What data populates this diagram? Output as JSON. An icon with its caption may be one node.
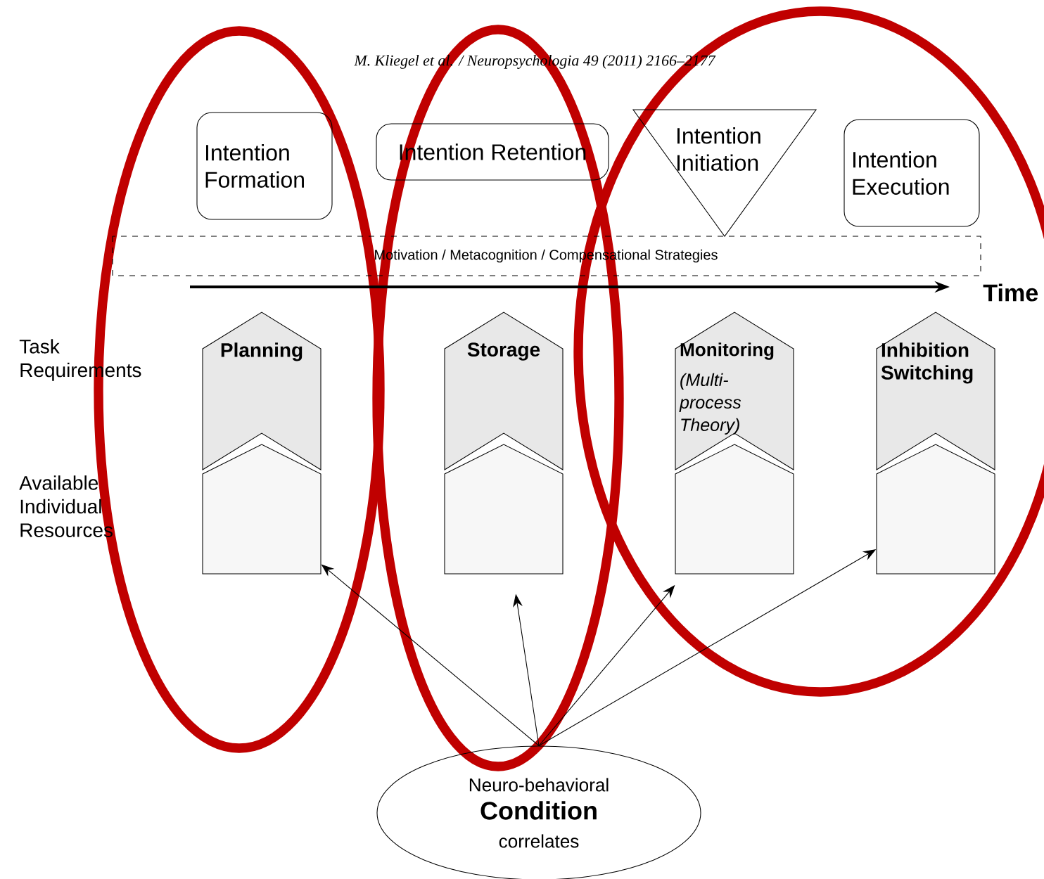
{
  "diagram": {
    "nodes": [
      {
        "text": [
          "Intention Formation"
        ]
      },
      {
        "text": [
          "Intention Retention"
        ]
      },
      {
        "text": [
          "Intention Initiation"
        ]
      },
      {
        "text": [
          "Intention Execution"
        ]
      },
      {
        "text": [
          "Motivation / Metacognition / Compensational Strategies"
        ]
      },
      {
        "text": [
          "Planning"
        ]
      },
      {
        "text": [
          "Storage"
        ]
      },
      {
        "text": [
          "Monitoring",
          "(Multi-process Theory)"
        ]
      },
      {
        "text": [
          "Inhibition Switching"
        ]
      },
      {
        "text": [],
        "shape": "box"
      },
      {
        "text": [],
        "shape": "box"
      },
      {
        "text": [],
        "shape": "box"
      },
      {
        "text": [],
        "shape": "box"
      },
      {
        "text": [
          "Neuro-behavioral",
          "Condition",
          "correlates"
        ]
      }
    ],
    "edges": [
      {
        "from": 13,
        "to": 9,
        "arrow": "to"
      },
      {
        "from": 13,
        "to": 10,
        "arrow": "to"
      },
      {
        "from": 13,
        "to": 11,
        "arrow": "to"
      },
      {
        "from": 13,
        "to": 12,
        "arrow": "to"
      }
    ],
    "labels": [
      "M. Kliegel et al. / Neuropsychologia 49 (2011) 2166–2177",
      "Time",
      "Task Requirements",
      "Available Individual Resources"
    ]
  }
}
